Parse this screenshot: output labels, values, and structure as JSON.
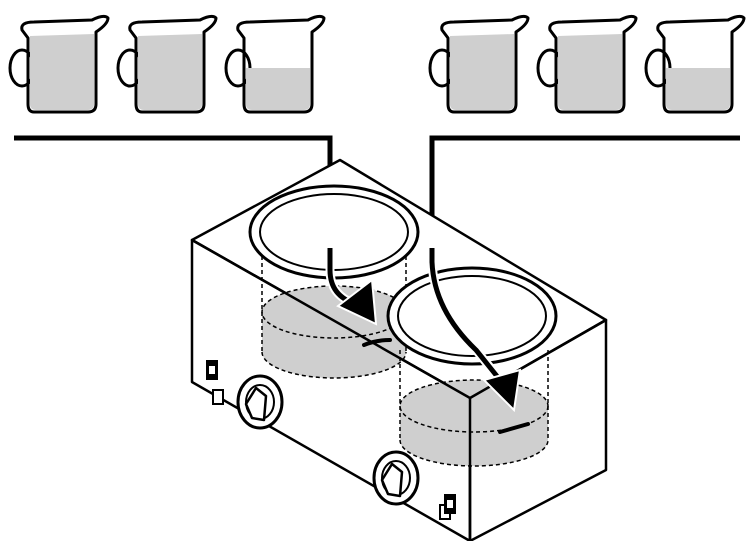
{
  "diagram": {
    "subject": "double-well-warmer-fill-instruction",
    "left_pitchers": {
      "count": 3,
      "fill_levels": [
        1.0,
        1.0,
        0.45
      ]
    },
    "right_pitchers": {
      "count": 3,
      "fill_levels": [
        1.0,
        1.0,
        0.45
      ]
    },
    "wells": {
      "count": 2,
      "fill_arrows": 2
    },
    "controls": {
      "knobs": 2,
      "switches": 2
    },
    "colors": {
      "stroke": "#000000",
      "liquid": "#cfcfcf",
      "background": "#ffffff",
      "body": "#ffffff"
    }
  }
}
